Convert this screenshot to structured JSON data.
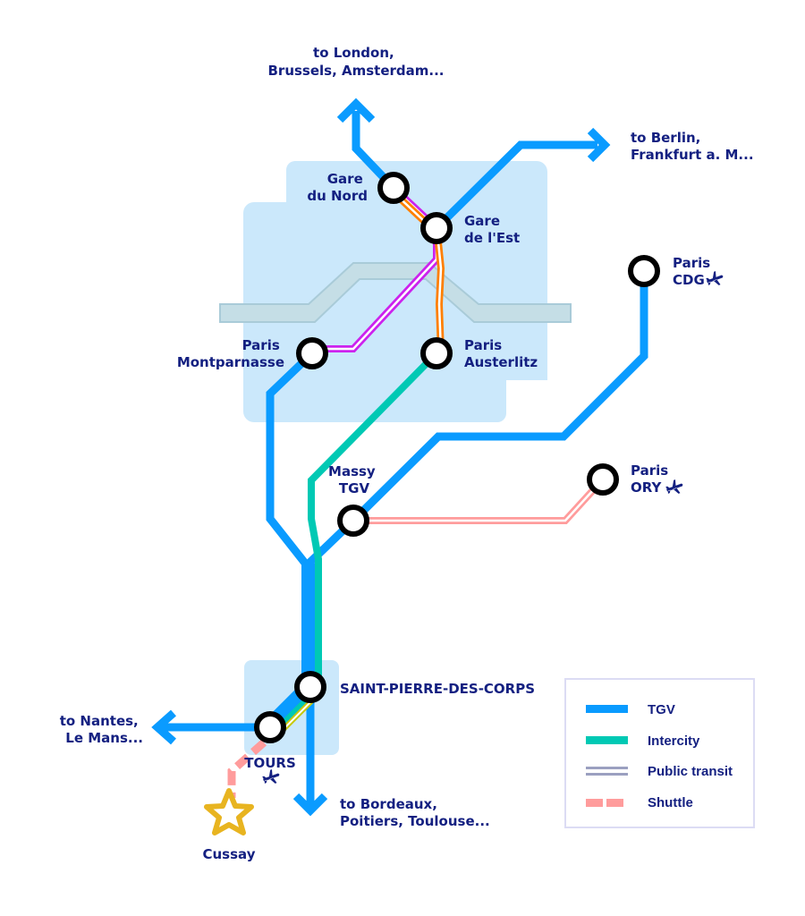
{
  "colors": {
    "tgv": "#0a9bff",
    "intercity": "#00c9b4",
    "public_transit": "#9ba0c0",
    "shuttle": "#ff9c9c",
    "rer_purple": "#cc22ee",
    "rer_orange": "#ff7f00",
    "rer_yellow": "#c8c800",
    "paris_area": "#cbe8fb",
    "seine": "#c5dee6",
    "label": "#142081",
    "station_ring": "#000000",
    "star": "#e8b420"
  },
  "destinations": {
    "london": [
      "to London,",
      "Brussels, Amsterdam..."
    ],
    "berlin": [
      "to Berlin,",
      "Frankfurt a. M..."
    ],
    "nantes": [
      "to Nantes,",
      "Le Mans..."
    ],
    "bordeaux": [
      "to Bordeaux,",
      "Poitiers, Toulouse..."
    ]
  },
  "stations": {
    "gare_du_nord": [
      "Gare",
      "du Nord"
    ],
    "gare_de_lest": [
      "Gare",
      "de l'Est"
    ],
    "montparnasse": [
      "Paris",
      "Montparnasse"
    ],
    "austerlitz": [
      "Paris",
      "Austerlitz"
    ],
    "cdg": [
      "Paris",
      "CDG"
    ],
    "massy": [
      "Massy",
      "TGV"
    ],
    "ory": [
      "Paris",
      "ORY"
    ],
    "saint_pierre": "SAINT-PIERRE-DES-CORPS",
    "tours": "TOURS",
    "cussay": "Cussay"
  },
  "icons": {
    "airport": "airplane-icon",
    "destination": "star-icon",
    "direction": "arrow-icon"
  },
  "legend": {
    "items": [
      {
        "label": "TGV",
        "style": "solid",
        "color": "#0a9bff"
      },
      {
        "label": "Intercity",
        "style": "solid",
        "color": "#00c9b4"
      },
      {
        "label": "Public transit",
        "style": "double",
        "color": "#9ba0c0"
      },
      {
        "label": "Shuttle",
        "style": "dashed",
        "color": "#ff9c9c"
      }
    ]
  }
}
